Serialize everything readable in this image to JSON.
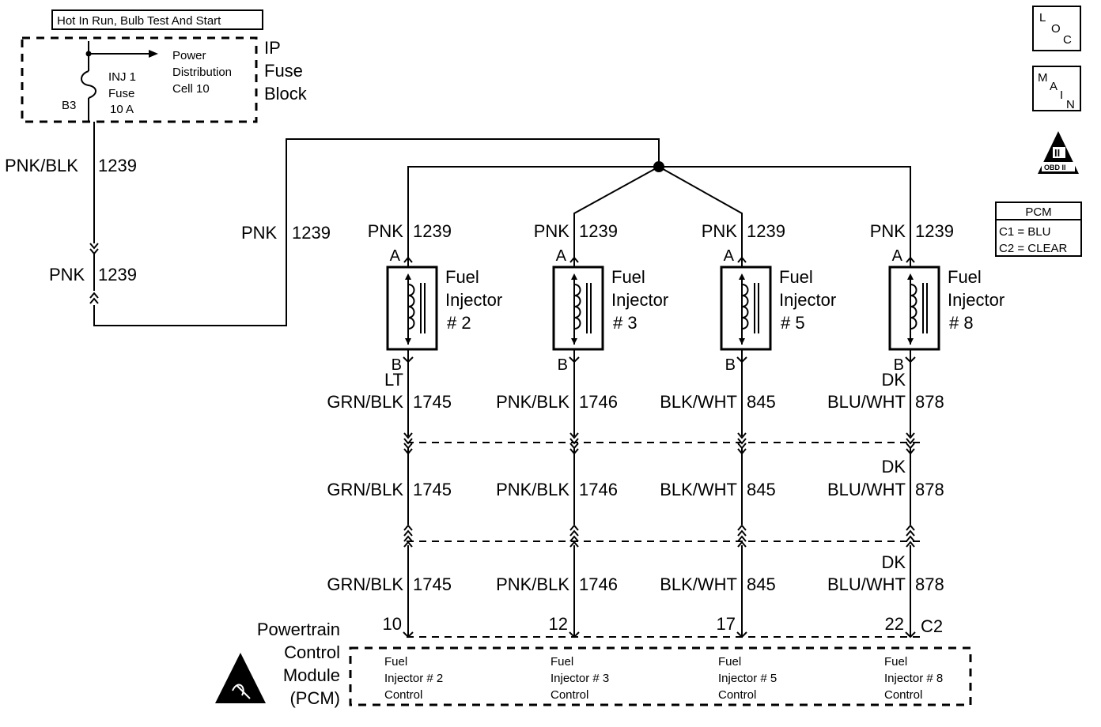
{
  "header_box": "Hot In Run, Bulb Test And Start",
  "fuse_block": {
    "title_lines": [
      "IP",
      "Fuse",
      "Block"
    ],
    "fuse_lines": [
      "INJ 1",
      "Fuse",
      "10 A"
    ],
    "pin": "B3",
    "power_lines": [
      "Power",
      "Distribution",
      "Cell 10"
    ]
  },
  "feed": {
    "w1_color": "PNK/BLK",
    "w1_circuit": "1239",
    "w2_color": "PNK",
    "w2_circuit": "1239",
    "w3_color": "PNK",
    "w3_circuit": "1239"
  },
  "icons": {
    "loc": [
      "L",
      "O",
      "C"
    ],
    "main": [
      "M",
      "A",
      "I",
      "N"
    ],
    "obd": [
      "II",
      "OBD II"
    ]
  },
  "pcm_legend": {
    "title": "PCM",
    "c1": "C1 = BLU",
    "c2": "C2 = CLEAR"
  },
  "injectors": [
    {
      "color": "PNK",
      "circuit": "1239",
      "pin_a": "A",
      "pin_b": "B",
      "name1": "Fuel",
      "name2": "Injector",
      "name3": "# 2",
      "ctrl1_prefix": "LT",
      "ctrl1_color": "GRN/BLK",
      "ctrl1_circuit": "1745",
      "ctrl2_color": "GRN/BLK",
      "ctrl2_circuit": "1745",
      "ctrl3_color": "GRN/BLK",
      "ctrl3_circuit": "1745",
      "pcm_pin": "10",
      "pcm_label": [
        "Fuel",
        "Injector # 2",
        "Control"
      ]
    },
    {
      "color": "PNK",
      "circuit": "1239",
      "pin_a": "A",
      "pin_b": "B",
      "name1": "Fuel",
      "name2": "Injector",
      "name3": "# 3",
      "ctrl1_prefix": "",
      "ctrl1_color": "PNK/BLK",
      "ctrl1_circuit": "1746",
      "ctrl2_color": "PNK/BLK",
      "ctrl2_circuit": "1746",
      "ctrl3_color": "PNK/BLK",
      "ctrl3_circuit": "1746",
      "pcm_pin": "12",
      "pcm_label": [
        "Fuel",
        "Injector # 3",
        "Control"
      ]
    },
    {
      "color": "PNK",
      "circuit": "1239",
      "pin_a": "A",
      "pin_b": "B",
      "name1": "Fuel",
      "name2": "Injector",
      "name3": "# 5",
      "ctrl1_prefix": "",
      "ctrl1_color": "BLK/WHT",
      "ctrl1_circuit": "845",
      "ctrl2_color": "BLK/WHT",
      "ctrl2_circuit": "845",
      "ctrl3_color": "BLK/WHT",
      "ctrl3_circuit": "845",
      "pcm_pin": "17",
      "pcm_label": [
        "Fuel",
        "Injector # 5",
        "Control"
      ]
    },
    {
      "color": "PNK",
      "circuit": "1239",
      "pin_a": "A",
      "pin_b": "B",
      "name1": "Fuel",
      "name2": "Injector",
      "name3": "# 8",
      "ctrl1_prefix": "DK",
      "ctrl1_color": "BLU/WHT",
      "ctrl1_circuit": "878",
      "ctrl2_prefix": "DK",
      "ctrl2_color": "BLU/WHT",
      "ctrl2_circuit": "878",
      "ctrl3_prefix": "DK",
      "ctrl3_color": "BLU/WHT",
      "ctrl3_circuit": "878",
      "pcm_pin": "22",
      "pcm_label": [
        "Fuel",
        "Injector # 8",
        "Control"
      ]
    }
  ],
  "pcm_connector": "C2",
  "pcm": {
    "lines": [
      "Powertrain",
      "Control",
      "Module",
      "(PCM)"
    ]
  }
}
